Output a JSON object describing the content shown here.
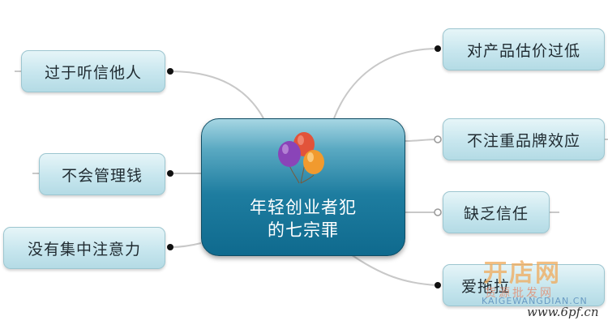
{
  "center": {
    "line1": "年轻创业者犯",
    "line2": "的七宗罪"
  },
  "left_nodes": [
    {
      "label": "过于听信他人"
    },
    {
      "label": "不会管理钱"
    },
    {
      "label": "没有集中注意力"
    }
  ],
  "right_nodes": [
    {
      "label": "对产品估价过低"
    },
    {
      "label": "不注重品牌效应"
    },
    {
      "label": "缺乏信任"
    },
    {
      "label": "爱拖拉"
    }
  ],
  "watermark": {
    "logo": "开店网",
    "sub": "货源批发网",
    "url": "KAIGEWANGDIAN.CN",
    "site": "www.6pf.cn"
  },
  "colors": {
    "center_dark": "#0f6a8e",
    "node_fill": "#c7e6ee",
    "connector": "#c8c8c8",
    "endpoint": "#111111"
  }
}
